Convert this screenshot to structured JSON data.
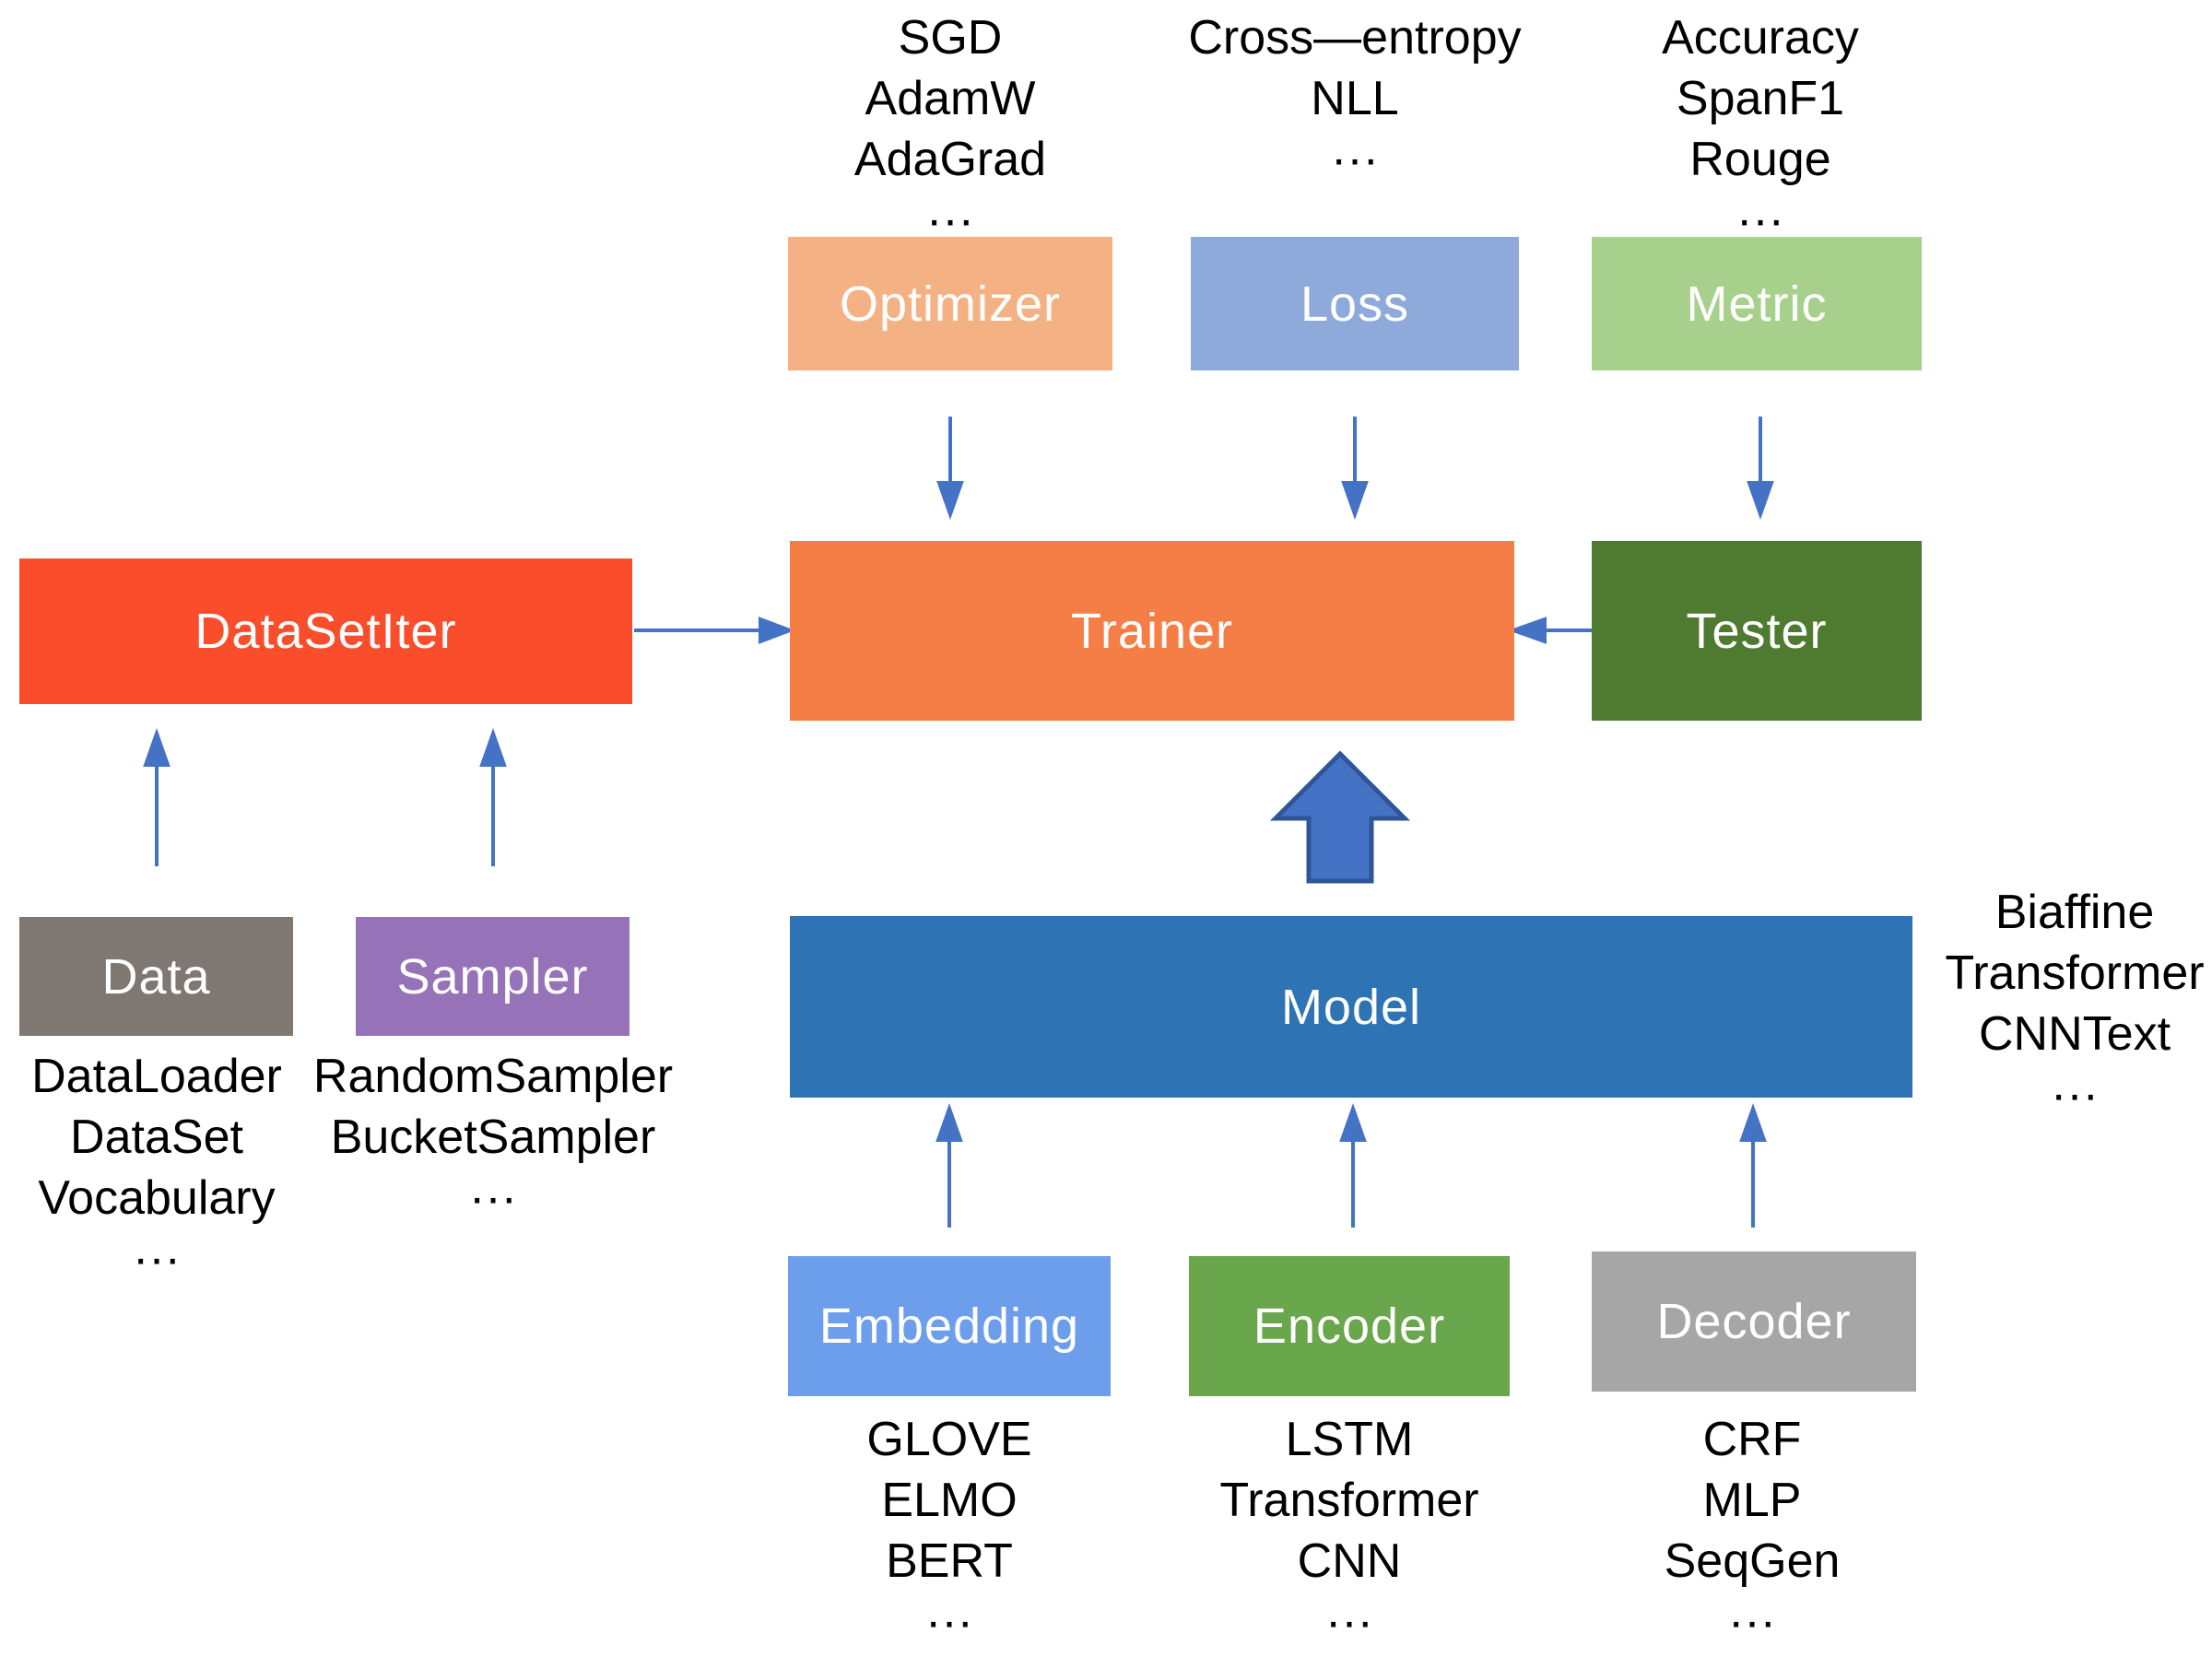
{
  "diagram": {
    "colors": {
      "c-optimizer": "#F4B183",
      "c-loss": "#8EAADB",
      "c-metric": "#A8D08D",
      "c-datasetiter": "#F94D2C",
      "c-trainer": "#F57E47",
      "c-tester": "#4F7B31",
      "c-data": "#7E7772",
      "c-sampler": "#9673B9",
      "c-model": "#2E74B5",
      "c-embedding": "#6D9EEB",
      "c-encoder": "#69A64C",
      "c-decoder": "#A6A6A6",
      "c-arrow": "#4472C4",
      "c-arrow-border": "#2F5597"
    },
    "optimizer": {
      "label": "Optimizer",
      "items": [
        "SGD",
        "AdamW",
        "AdaGrad",
        "···"
      ]
    },
    "loss": {
      "label": "Loss",
      "items": [
        "Cross—entropy",
        "NLL",
        "···"
      ]
    },
    "metric": {
      "label": "Metric",
      "items": [
        "Accuracy",
        "SpanF1",
        "Rouge",
        "···"
      ]
    },
    "datasetiter": {
      "label": "DataSetIter"
    },
    "trainer": {
      "label": "Trainer"
    },
    "tester": {
      "label": "Tester"
    },
    "data": {
      "label": "Data",
      "items": [
        "DataLoader",
        "DataSet",
        "Vocabulary",
        "···"
      ]
    },
    "sampler": {
      "label": "Sampler",
      "items": [
        "RandomSampler",
        "BucketSampler",
        "···"
      ]
    },
    "model": {
      "label": "Model",
      "items": [
        "Biaffine",
        "Transformer",
        "CNNText",
        "···"
      ]
    },
    "embedding": {
      "label": "Embedding",
      "items": [
        "GLOVE",
        "ELMO",
        "BERT",
        "···"
      ]
    },
    "encoder": {
      "label": "Encoder",
      "items": [
        "LSTM",
        "Transformer",
        "CNN",
        "···"
      ]
    },
    "decoder": {
      "label": "Decoder",
      "items": [
        "CRF",
        "MLP",
        "SeqGen",
        "···"
      ]
    }
  }
}
